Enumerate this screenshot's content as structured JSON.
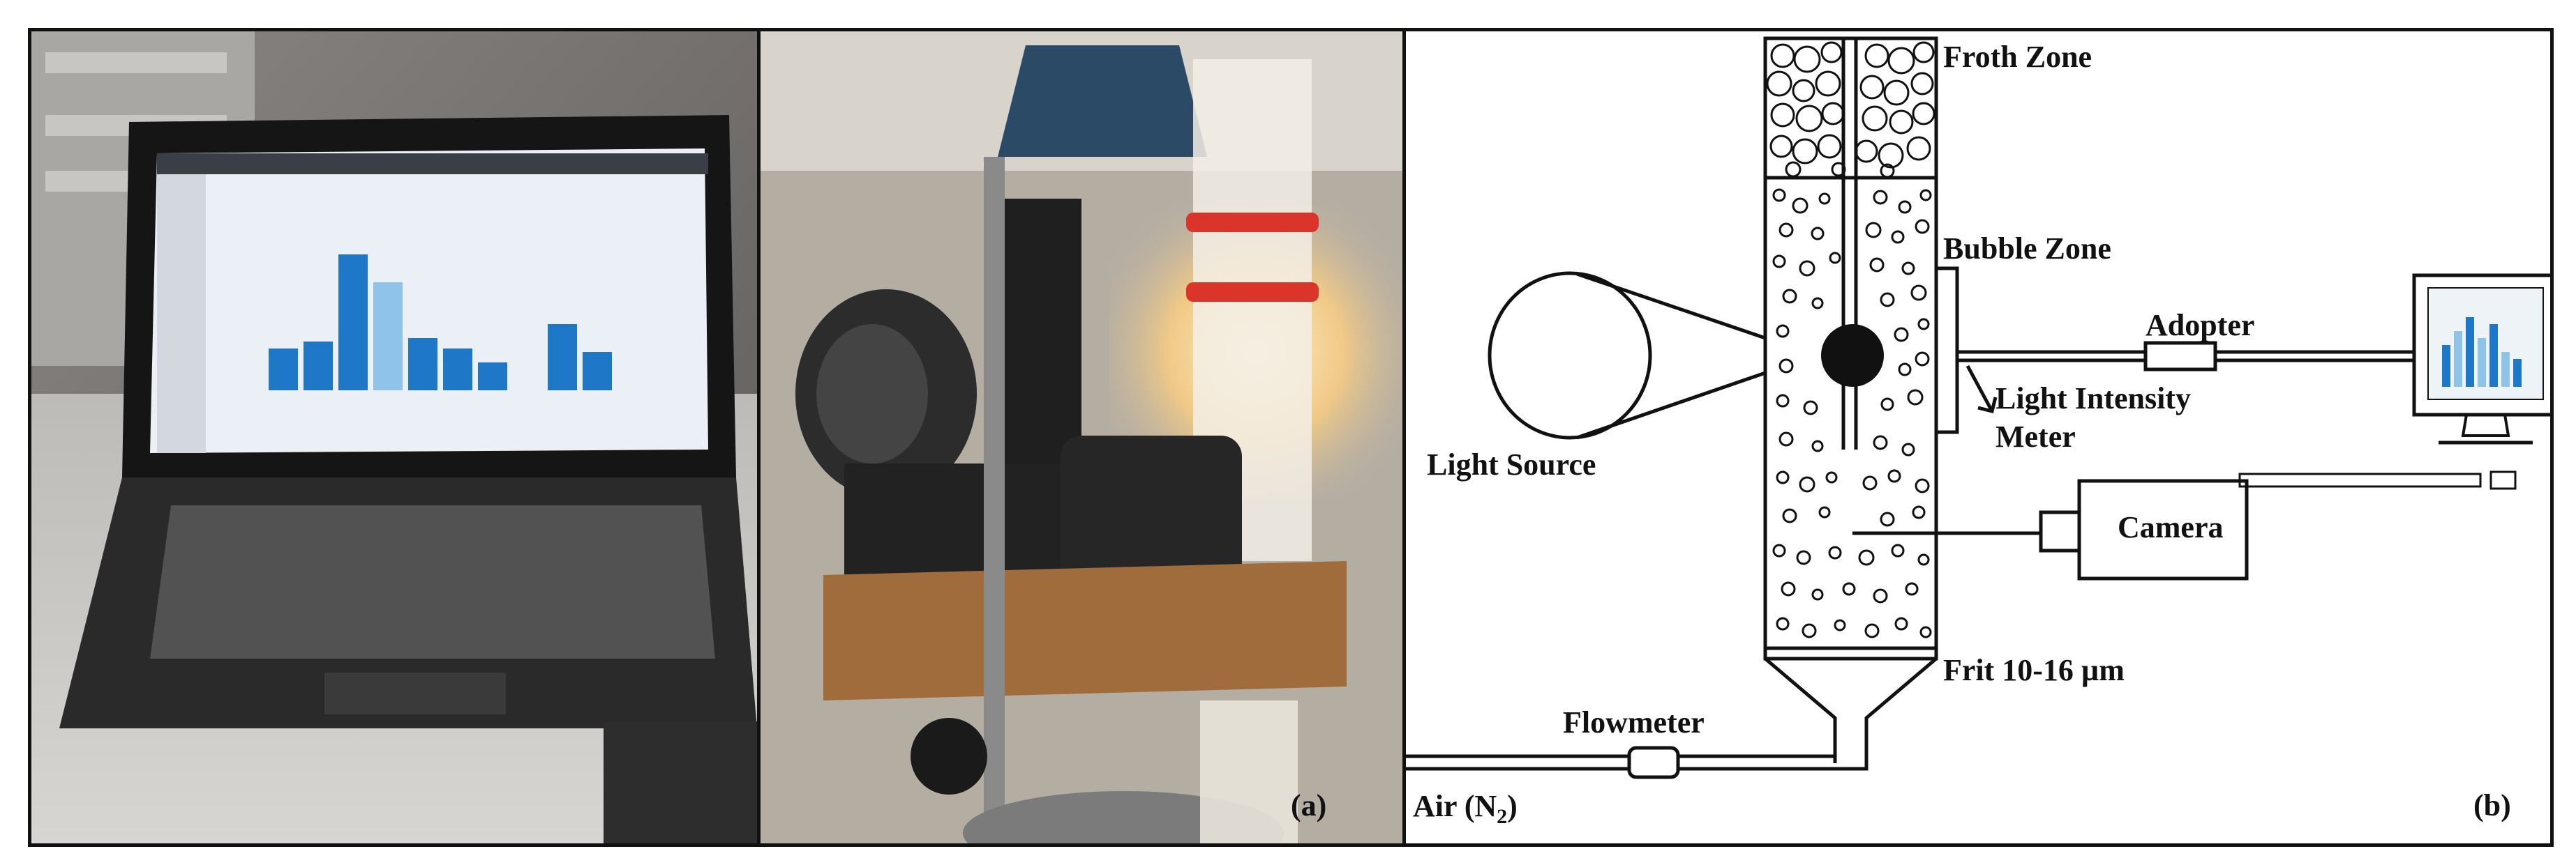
{
  "panels": {
    "left_photo_tag": "(a)",
    "diagram_tag": "(b)"
  },
  "diagram": {
    "labels": {
      "froth_zone": "Froth Zone",
      "bubble_zone": "Bubble Zone",
      "adopter": "Adopter",
      "light_intensity_meter_line1": "Light Intensity",
      "light_intensity_meter_line2": "Meter",
      "light_source": "Light Source",
      "camera": "Camera",
      "frit": "Frit 10-16 µm",
      "flowmeter": "Flowmeter",
      "air_prefix": "Air (N",
      "air_subscript": "2",
      "air_suffix": ")"
    }
  },
  "colors": {
    "line": "#111111",
    "screen_bar": "#1f77c8",
    "screen_bar_light": "#8fc3ea",
    "lamp_glow": "#fff1c9",
    "clamp_red": "#d9352b"
  },
  "icons": {
    "monitor": "computer-monitor-icon",
    "keyboard": "keyboard-icon",
    "camera": "camera-box-icon",
    "light_source": "light-source-icon"
  }
}
